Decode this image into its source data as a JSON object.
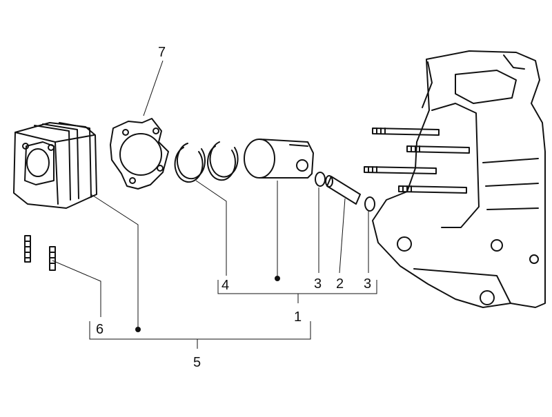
{
  "diagram": {
    "callouts": [
      {
        "id": "label-7",
        "text": "7"
      },
      {
        "id": "label-4",
        "text": "4"
      },
      {
        "id": "label-3a",
        "text": "3"
      },
      {
        "id": "label-2",
        "text": "2"
      },
      {
        "id": "label-3b",
        "text": "3"
      },
      {
        "id": "label-1",
        "text": "1"
      },
      {
        "id": "label-6",
        "text": "6"
      },
      {
        "id": "label-5",
        "text": "5"
      }
    ],
    "colors": {
      "line": "#111111",
      "background": "#ffffff"
    }
  }
}
